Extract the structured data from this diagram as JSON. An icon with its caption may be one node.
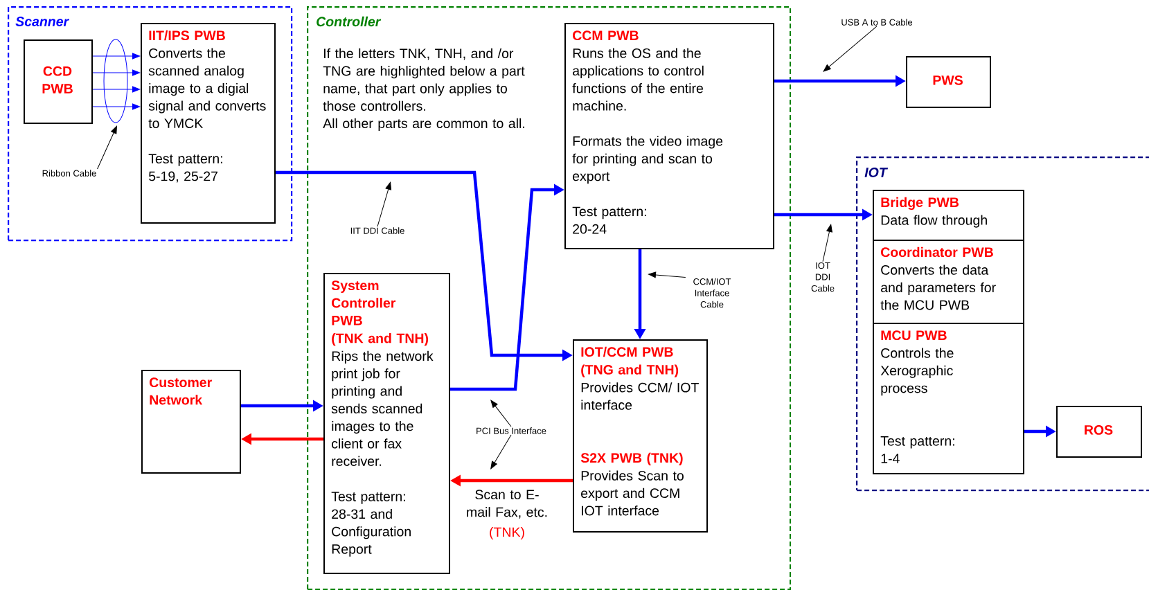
{
  "diagram": {
    "nodes": [
      {
        "text": [
          "Scanner"
        ]
      },
      {
        "text": [
          "CCD PWB"
        ],
        "in": 0
      },
      {
        "text": [
          "IIT/IPS PWB",
          "Converts the scanned analog image to a digial signal and converts to YMCK",
          "Test pattern: 5-19, 25-27"
        ],
        "in": 0
      },
      {
        "text": [
          "Ribbon Cable"
        ],
        "in": 0
      },
      {
        "text": [
          "Controller"
        ]
      },
      {
        "text": [
          "CCM PWB",
          "Runs the OS and the applications to control functions of the entire machine.",
          "Formats the video image for printing and scan to export",
          "Test pattern: 20-24"
        ],
        "in": 4
      },
      {
        "text": [
          "System Controller PWB",
          "(TNK and TNH)",
          "Rips the network print job for printing and sends scanned images to the client or fax receiver.",
          "Test pattern: 28-31 and Configuration Report"
        ],
        "in": 4
      },
      {
        "text": [
          "IOT/CCM PWB",
          "(TNG and TNH)",
          "Provides CCM/ IOT interface",
          "S2X PWB (TNK)",
          "Provides Scan to export and CCM IOT interface"
        ],
        "in": 4
      },
      {
        "text": [
          "IIT DDI Cable"
        ],
        "in": 4
      },
      {
        "text": [
          "CCM/IOT Interface Cable"
        ],
        "in": 4
      },
      {
        "text": [
          "PCI Bus Interface"
        ],
        "in": 4
      },
      {
        "text": [
          "Customer Network"
        ]
      },
      {
        "text": [
          "PWS"
        ]
      },
      {
        "text": [
          "USB A to B Cable"
        ]
      },
      {
        "text": [
          "IOT DDI Cable"
        ]
      },
      {
        "text": [
          "IOT"
        ]
      },
      {
        "text": [
          "Bridge PWB",
          "Data flow through"
        ],
        "in": 15
      },
      {
        "text": [
          "Coordinator PWB",
          "Converts the data and parameters for the MCU PWB"
        ],
        "in": 15
      },
      {
        "text": [
          "MCU PWB",
          "Controls the Xerographic process",
          "Test pattern: 1-4"
        ],
        "in": 15
      },
      {
        "text": [
          "ROS"
        ],
        "in": 15
      }
    ],
    "edges": [
      {
        "from": 1,
        "to": 2,
        "arrow": "to"
      },
      {
        "from": 1,
        "to": 2,
        "arrow": "to"
      },
      {
        "from": 1,
        "to": 2,
        "arrow": "to"
      },
      {
        "from": 1,
        "to": 2,
        "arrow": "to"
      },
      {
        "from": 2,
        "to": 7,
        "arrow": "to",
        "style": "thick"
      },
      {
        "from": 6,
        "to": 5,
        "arrow": "to",
        "style": "thick"
      },
      {
        "from": 11,
        "to": 6,
        "arrow": "to",
        "style": "thick"
      },
      {
        "from": 6,
        "to": 11,
        "arrow": "to",
        "style": "thick",
        "color": "#ff0000"
      },
      {
        "from": 5,
        "to": 12,
        "arrow": "to",
        "style": "thick"
      },
      {
        "from": 5,
        "to": 16,
        "arrow": "to",
        "style": "thick"
      },
      {
        "from": 5,
        "to": 7,
        "arrow": "to",
        "style": "thick"
      },
      {
        "from": 7,
        "to": 6,
        "arrow": "to",
        "style": "thick",
        "color": "#ff0000",
        "label": "Scan to E-mail Fax, etc."
      },
      {
        "from": 18,
        "to": 19,
        "arrow": "to",
        "style": "thick"
      },
      {
        "from": 3,
        "to": null,
        "arrow": "to",
        "color": "#000000"
      },
      {
        "from": 8,
        "to": null,
        "arrow": "to",
        "color": "#000000"
      },
      {
        "from": 9,
        "to": null,
        "arrow": "to",
        "color": "#000000"
      },
      {
        "from": 10,
        "to": null,
        "arrow": "to",
        "color": "#000000"
      },
      {
        "from": 10,
        "to": null,
        "arrow": "to",
        "color": "#000000"
      },
      {
        "from": 13,
        "to": null,
        "arrow": "to",
        "color": "#000000"
      },
      {
        "from": 14,
        "to": null,
        "arrow": "to",
        "color": "#000000"
      }
    ],
    "labels": [
      "If the letters TNK, TNH, and /or TNG are highlighted below a part name, that part only applies to those controllers.",
      "All other parts are common to all.",
      "(TNK)"
    ]
  }
}
